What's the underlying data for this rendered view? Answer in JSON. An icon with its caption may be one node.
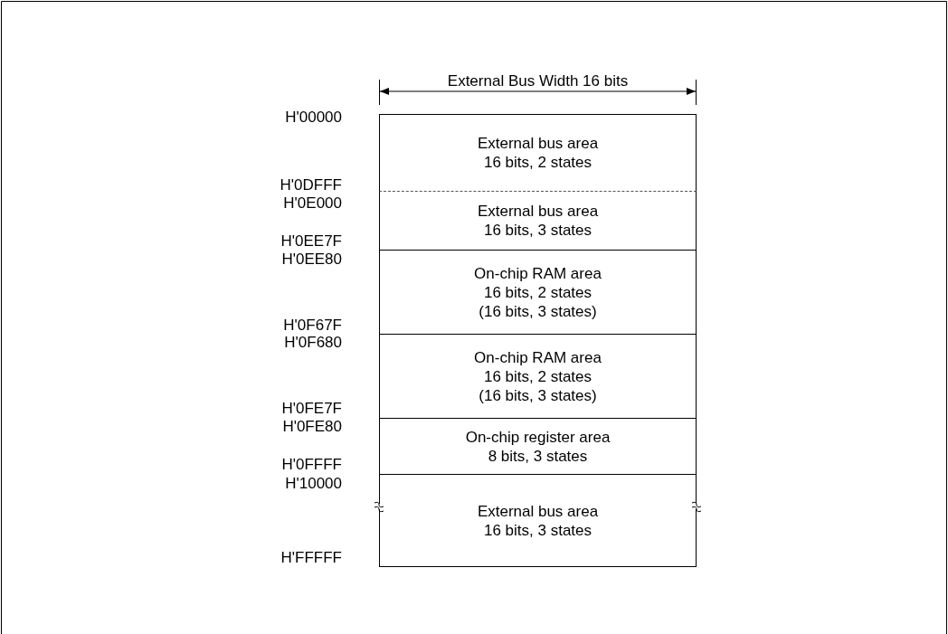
{
  "diagram": {
    "nodes": [
      {
        "text": [
          "External bus area",
          "16 bits, 2 states"
        ]
      },
      {
        "text": [
          "External bus area",
          "16 bits, 3 states"
        ]
      },
      {
        "text": [
          "On-chip RAM area",
          "16 bits, 2 states",
          "(16 bits, 3 states)"
        ]
      },
      {
        "text": [
          "On-chip RAM area",
          "16 bits, 2 states",
          "(16 bits, 3 states)"
        ]
      },
      {
        "text": [
          "On-chip register area",
          "8 bits, 3 states"
        ]
      },
      {
        "text": [
          "External bus area",
          "16 bits, 3 states"
        ]
      }
    ],
    "edges": [],
    "labels": [
      "External Bus Width 16 bits",
      "H'00000",
      "H'0DFFF",
      "H'0E000",
      "H'0EE7F",
      "H'0EE80",
      "H'0F67F",
      "H'0F680",
      "H'0FE7F",
      "H'0FE80",
      "H'0FFFF",
      "H'10000",
      "H'FFFFF"
    ]
  }
}
